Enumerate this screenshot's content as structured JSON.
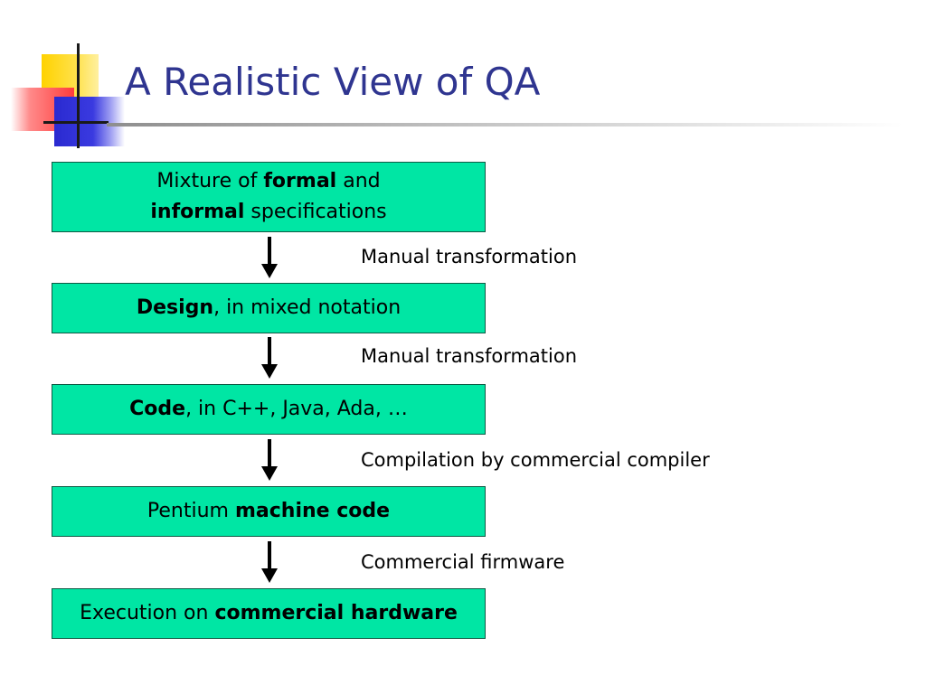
{
  "slide": {
    "title": "A Realistic View of QA"
  },
  "flow": {
    "boxes": [
      {
        "line1_pre": "Mixture of ",
        "line1_bold": "formal",
        "line1_post": " and",
        "line2_bold": "informal",
        "line2_post": " specifications"
      },
      {
        "bold": "Design",
        "post": ", in mixed notation"
      },
      {
        "bold": "Code",
        "post": ", in C++, Java, Ada, …"
      },
      {
        "pre": "Pentium ",
        "bold": "machine code"
      },
      {
        "pre": "Execution on ",
        "bold": "commercial hardware"
      }
    ],
    "transitions": [
      "Manual transformation",
      "Manual transformation",
      "Compilation by commercial compiler",
      "Commercial firmware"
    ]
  }
}
